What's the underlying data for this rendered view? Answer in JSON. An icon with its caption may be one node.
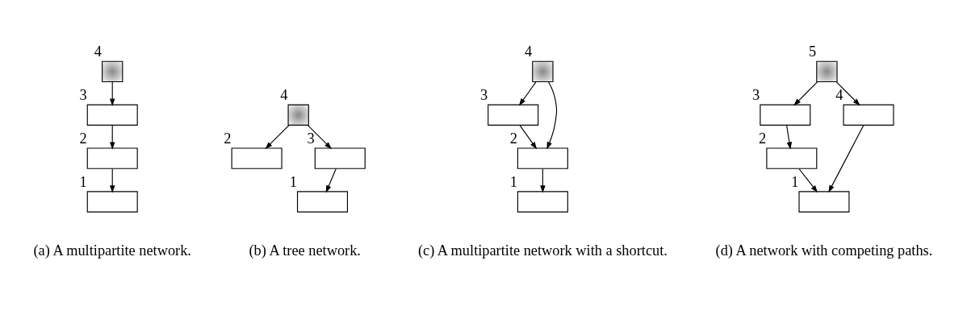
{
  "diagram": {
    "nodes": [
      {
        "text": [],
        "shape": "box",
        "beside": [
          "4"
        ]
      },
      {
        "text": [],
        "shape": "box",
        "beside": [
          "3"
        ]
      },
      {
        "text": [],
        "shape": "box",
        "beside": [
          "2"
        ]
      },
      {
        "text": [],
        "shape": "box",
        "beside": [
          "1"
        ]
      },
      {
        "text": [],
        "shape": "box",
        "beside": [
          "4"
        ]
      },
      {
        "text": [],
        "shape": "box",
        "beside": [
          "2"
        ]
      },
      {
        "text": [],
        "shape": "box",
        "beside": [
          "3"
        ]
      },
      {
        "text": [],
        "shape": "box",
        "beside": [
          "1"
        ]
      },
      {
        "text": [],
        "shape": "box",
        "beside": [
          "4"
        ]
      },
      {
        "text": [],
        "shape": "box",
        "beside": [
          "3"
        ]
      },
      {
        "text": [],
        "shape": "box",
        "beside": [
          "2"
        ]
      },
      {
        "text": [],
        "shape": "box",
        "beside": [
          "1"
        ]
      },
      {
        "text": [],
        "shape": "box",
        "beside": [
          "5"
        ]
      },
      {
        "text": [],
        "shape": "box",
        "beside": [
          "3"
        ]
      },
      {
        "text": [],
        "shape": "box",
        "beside": [
          "4"
        ]
      },
      {
        "text": [],
        "shape": "box",
        "beside": [
          "2"
        ]
      },
      {
        "text": [],
        "shape": "box",
        "beside": [
          "1"
        ]
      }
    ],
    "edges": [
      {
        "from": 0,
        "to": 1,
        "arrow": "to"
      },
      {
        "from": 1,
        "to": 2,
        "arrow": "to"
      },
      {
        "from": 2,
        "to": 3,
        "arrow": "to"
      },
      {
        "from": 4,
        "to": 5,
        "arrow": "to"
      },
      {
        "from": 4,
        "to": 6,
        "arrow": "to"
      },
      {
        "from": 6,
        "to": 7,
        "arrow": "to"
      },
      {
        "from": 8,
        "to": 9,
        "arrow": "to"
      },
      {
        "from": 9,
        "to": 10,
        "arrow": "to"
      },
      {
        "from": 10,
        "to": 11,
        "arrow": "to"
      },
      {
        "from": 8,
        "to": 10,
        "arrow": "to"
      },
      {
        "from": 12,
        "to": 13,
        "arrow": "to"
      },
      {
        "from": 12,
        "to": 14,
        "arrow": "to"
      },
      {
        "from": 13,
        "to": 15,
        "arrow": "to"
      },
      {
        "from": 15,
        "to": 16,
        "arrow": "to"
      },
      {
        "from": 14,
        "to": 16,
        "arrow": "to"
      }
    ],
    "labels": [
      "(a) A multipartite network.",
      "(b) A tree network.",
      "(c) A multipartite network with a shortcut.",
      "(d) A network with competing paths."
    ]
  }
}
